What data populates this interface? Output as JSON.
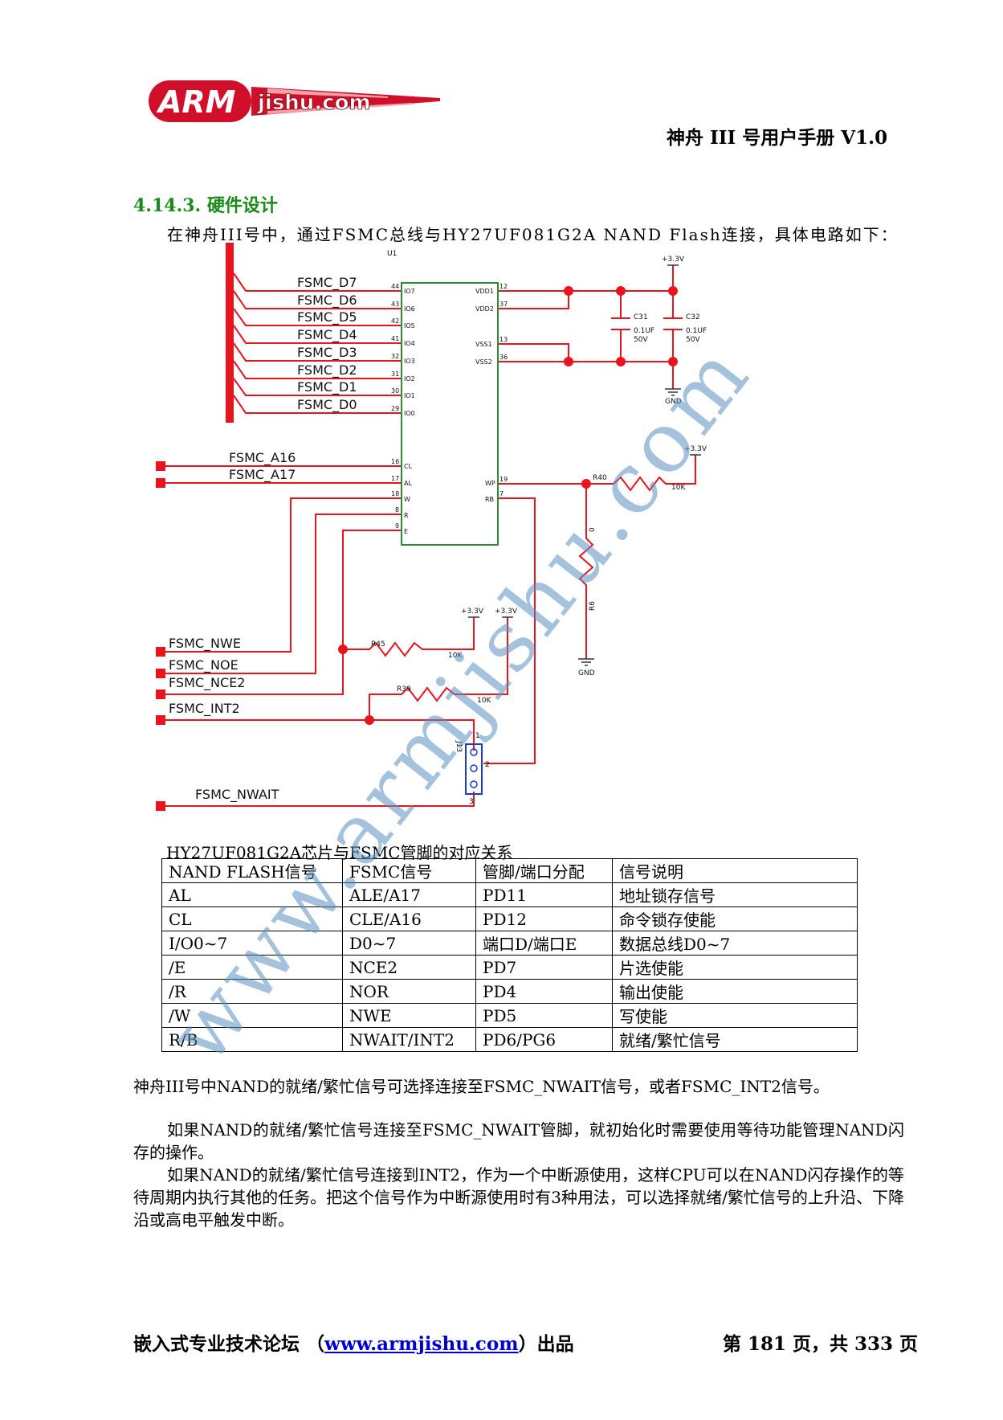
{
  "header": {
    "logo_text_left": "ARM",
    "logo_text_right": "jishu.com",
    "doc_title": "神舟 III 号用户手册  V1.0"
  },
  "section": {
    "heading": "4.14.3. 硬件设计",
    "intro": "在神舟III号中，通过FSMC总线与HY27UF081G2A  NAND  Flash连接，具体电路如下："
  },
  "schematic": {
    "chip_ref": "U1",
    "data_nets": [
      "FSMC_D7",
      "FSMC_D6",
      "FSMC_D5",
      "FSMC_D4",
      "FSMC_D3",
      "FSMC_D2",
      "FSMC_D1",
      "FSMC_D0"
    ],
    "data_pin_numbers": [
      "44",
      "43",
      "42",
      "41",
      "32",
      "31",
      "30",
      "29"
    ],
    "data_pin_names": [
      "IO7",
      "IO6",
      "IO5",
      "IO4",
      "IO3",
      "IO2",
      "IO1",
      "IO0"
    ],
    "ctrl_nets": [
      "FSMC_A16",
      "FSMC_A17"
    ],
    "ctrl_pin_numbers": [
      "16",
      "17",
      "18",
      "8",
      "9"
    ],
    "ctrl_pin_names": [
      "CL",
      "AL",
      "W",
      "R",
      "E"
    ],
    "power_pin_numbers": [
      "12",
      "37",
      "13",
      "36"
    ],
    "power_pin_names": [
      "VDD1",
      "VDD2",
      "VSS1",
      "VSS2"
    ],
    "rb_pin_numbers": [
      "19",
      "7"
    ],
    "rb_pin_names": [
      "WP",
      "RB"
    ],
    "power_label": "+3.3V",
    "gnd_label": "GND",
    "caps": [
      {
        "ref": "C31",
        "value": "0.1UF",
        "voltage": "50V"
      },
      {
        "ref": "C32",
        "value": "0.1UF",
        "voltage": "50V"
      }
    ],
    "r40": {
      "ref": "R40",
      "value": "10K"
    },
    "r6": {
      "ref": "R6",
      "value": "0"
    },
    "r45": {
      "ref": "R45",
      "value": "10K"
    },
    "r39": {
      "ref": "R39",
      "value": "10K"
    },
    "jumper": {
      "ref": "J13",
      "pins": [
        "1",
        "2",
        "3"
      ]
    },
    "lower_nets": [
      "FSMC_NWE",
      "FSMC_NOE",
      "FSMC_NCE2",
      "FSMC_INT2",
      "FSMC_NWAIT"
    ]
  },
  "table": {
    "caption": "HY27UF081G2A芯片与FSMC管脚的对应关系",
    "headers": [
      "NAND FLASH信号",
      "FSMC信号",
      "管脚/端口分配",
      "信号说明"
    ],
    "rows": [
      [
        "AL",
        "ALE/A17",
        "PD11",
        "地址锁存信号"
      ],
      [
        "CL",
        "CLE/A16",
        "PD12",
        "命令锁存使能"
      ],
      [
        "I/O0~7",
        "D0~7",
        "端口D/端口E",
        "数据总线D0~7"
      ],
      [
        "/E",
        "NCE2",
        "PD7",
        "片选使能"
      ],
      [
        "/R",
        "NOR",
        "PD4",
        "输出使能"
      ],
      [
        "/W",
        "NWE",
        "PD5",
        "写使能"
      ],
      [
        "R/B",
        "NWAIT/INT2",
        "PD6/PG6",
        "就绪/繁忙信号"
      ]
    ]
  },
  "paragraphs": {
    "p1": "神舟III号中NAND的就绪/繁忙信号可选择连接至FSMC_NWAIT信号，或者FSMC_INT2信号。",
    "p2": "如果NAND的就绪/繁忙信号连接至FSMC_NWAIT管脚，就初始化时需要使用等待功能管理NAND闪存的操作。",
    "p3": "如果NAND的就绪/繁忙信号连接到INT2，作为一个中断源使用，这样CPU可以在NAND闪存操作的等待周期内执行其他的任务。把这个信号作为中断源使用时有3种用法，可以选择就绪/繁忙信号的上升沿、下降沿或高电平触发中断。"
  },
  "footer": {
    "left_prefix": "嵌入式专业技术论坛 （",
    "link": "www.armjishu.com",
    "left_suffix": "）出品",
    "right": "第 181 页，共 333 页"
  },
  "watermark": {
    "text": "www.armjishu.com"
  },
  "colors": {
    "wire": "#e8141e",
    "chip": "#2e8b2e",
    "heading": "#1a8a1a",
    "watermark": "#5b8fbf"
  }
}
